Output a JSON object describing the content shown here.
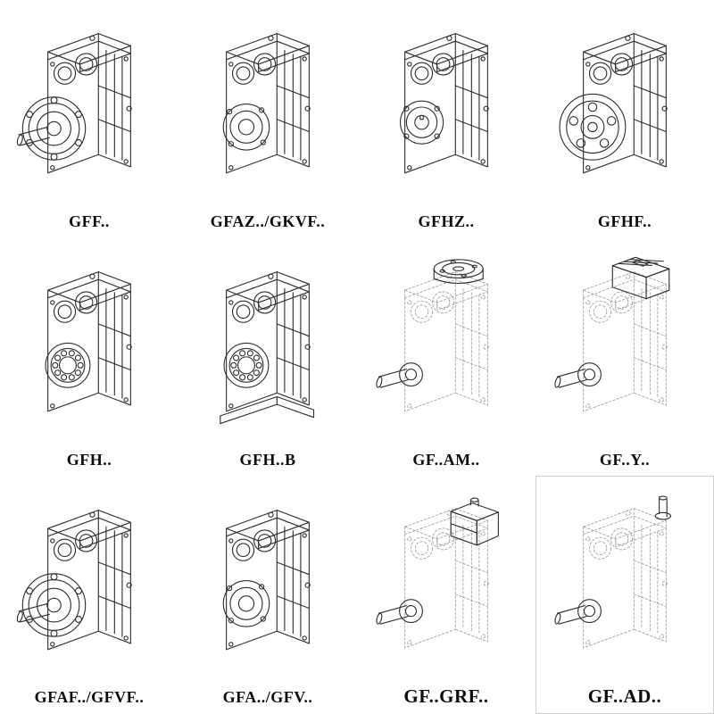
{
  "page": {
    "background": "#ffffff",
    "ink_color": "#2e2e2e",
    "ghost_color": "#9e9e9e"
  },
  "grid": {
    "columns": 4,
    "rows": 3,
    "items": [
      {
        "label": "GFF..",
        "variant": "gff",
        "style": "solid"
      },
      {
        "label": "GFAZ../GKVF..",
        "variant": "gfaz",
        "style": "solid"
      },
      {
        "label": "GFHZ..",
        "variant": "gfhz",
        "style": "solid"
      },
      {
        "label": "GFHF..",
        "variant": "gfhf",
        "style": "solid"
      },
      {
        "label": "GFH..",
        "variant": "gfh",
        "style": "solid"
      },
      {
        "label": "GFH..B",
        "variant": "gfhb",
        "style": "solid"
      },
      {
        "label": "GF..AM..",
        "variant": "am",
        "style": "dashed"
      },
      {
        "label": "GF..Y..",
        "variant": "y",
        "style": "dashed"
      },
      {
        "label": "GFAF../GFVF..",
        "variant": "gfaf",
        "style": "solid"
      },
      {
        "label": "GFA../GFV..",
        "variant": "gfa",
        "style": "solid"
      },
      {
        "label": "GF..GRF..",
        "variant": "grf",
        "style": "dashed",
        "large_label": true
      },
      {
        "label": "GF..AD..",
        "variant": "ad",
        "style": "dashed",
        "large_label": true,
        "framed": true
      }
    ]
  }
}
